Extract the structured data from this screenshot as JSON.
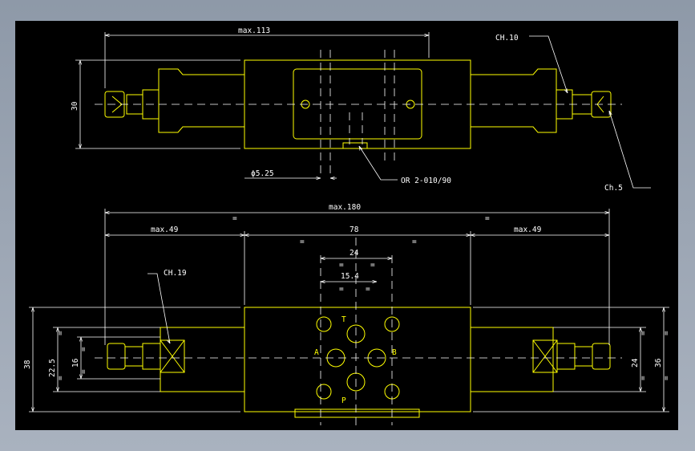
{
  "drawing": {
    "top_view": {
      "max_length": "max.113",
      "height": "30",
      "chamfer_top": "CH.10",
      "chamfer_side": "Ch.5",
      "pin_diameter": "ϕ5.25",
      "oring": "OR 2-010/90"
    },
    "front_view": {
      "overall_length": "max.180",
      "left_extension": "max.49",
      "right_extension": "max.49",
      "body_length": "78",
      "port_spacing": "24",
      "port_offset": "15.4",
      "chamfer_left": "CH.19",
      "height_left_outer": "38",
      "height_left_mid": "22.5",
      "height_left_inner": "16",
      "height_right_inner": "24",
      "height_right_outer": "36",
      "equal_sign": "=",
      "ports": {
        "T": "T",
        "A": "A",
        "B": "B",
        "P": "P"
      }
    },
    "colors": {
      "background": "#000000",
      "outline": "#ffff00",
      "dimension": "#ffffff",
      "frame": "#9aa4b2"
    }
  }
}
